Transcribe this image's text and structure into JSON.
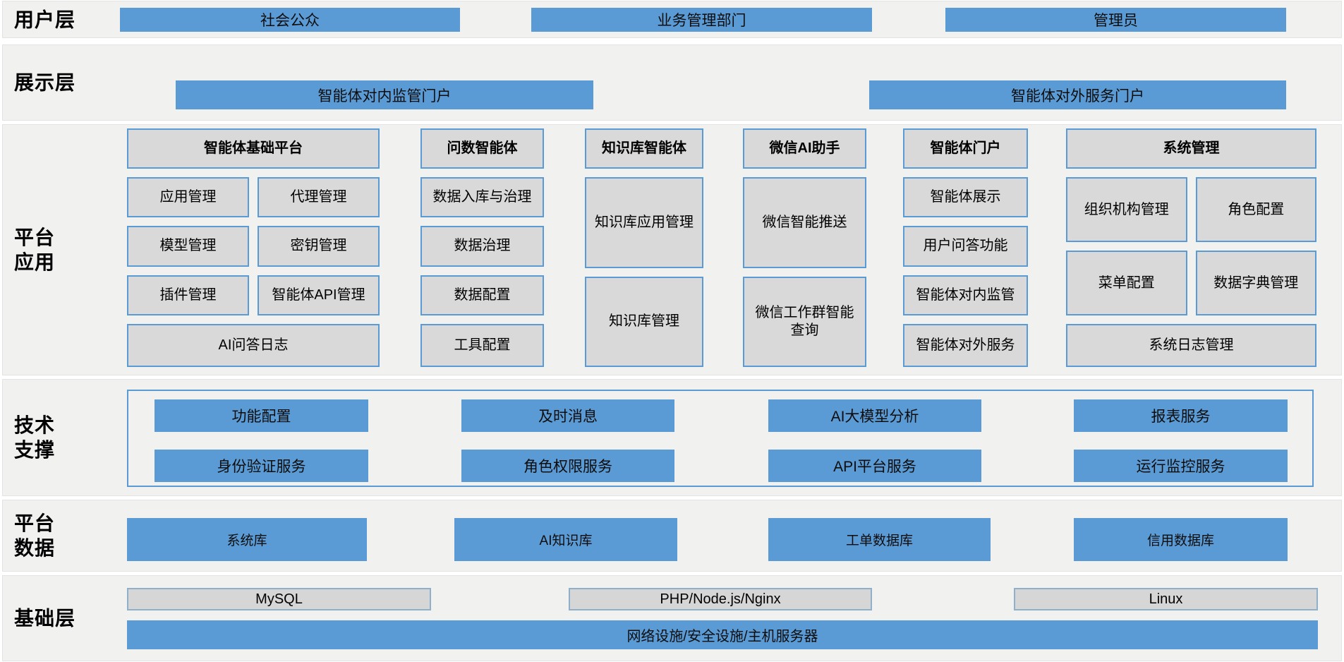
{
  "colors": {
    "accent_blue": "#5B9BD5",
    "box_gray": "#D9D9D9",
    "band_bg": "#F1F1F0"
  },
  "layers": {
    "user": {
      "label": "用户层",
      "items": [
        "社会公众",
        "业务管理部门",
        "管理员"
      ]
    },
    "display": {
      "label": "展示层",
      "items": [
        "智能体对内监管门户",
        "智能体对外服务门户"
      ]
    },
    "platform_app": {
      "label": "平台\n应用",
      "columns": [
        {
          "header": "智能体基础平台",
          "items": [
            "应用管理",
            "代理管理",
            "模型管理",
            "密钥管理",
            "插件管理",
            "智能体API管理"
          ],
          "footer": "AI问答日志"
        },
        {
          "header": "问数智能体",
          "items": [
            "数据入库与治理",
            "数据治理",
            "数据配置",
            "工具配置"
          ]
        },
        {
          "header": "知识库智能体",
          "items": [
            "知识库应用管理",
            "知识库管理"
          ]
        },
        {
          "header": "微信AI助手",
          "items": [
            "微信智能推送",
            "微信工作群智能查询"
          ]
        },
        {
          "header": "智能体门户",
          "items": [
            "智能体展示",
            "用户问答功能",
            "智能体对内监管",
            "智能体对外服务"
          ]
        },
        {
          "header": "系统管理",
          "items": [
            "组织机构管理",
            "角色配置",
            "菜单配置",
            "数据字典管理"
          ],
          "footer": "系统日志管理"
        }
      ]
    },
    "tech_support": {
      "label": "技术\n支撑",
      "row1": [
        "功能配置",
        "及时消息",
        "AI大模型分析",
        "报表服务"
      ],
      "row2": [
        "身份验证服务",
        "角色权限服务",
        "API平台服务",
        "运行监控服务"
      ]
    },
    "platform_data": {
      "label": "平台\n数据",
      "items": [
        "系统库",
        "AI知识库",
        "工单数据库",
        "信用数据库"
      ]
    },
    "base": {
      "label": "基础层",
      "items": [
        "MySQL",
        "PHP/Node.js/Nginx",
        "Linux"
      ],
      "full_width": "网络设施/安全设施/主机服务器"
    }
  }
}
